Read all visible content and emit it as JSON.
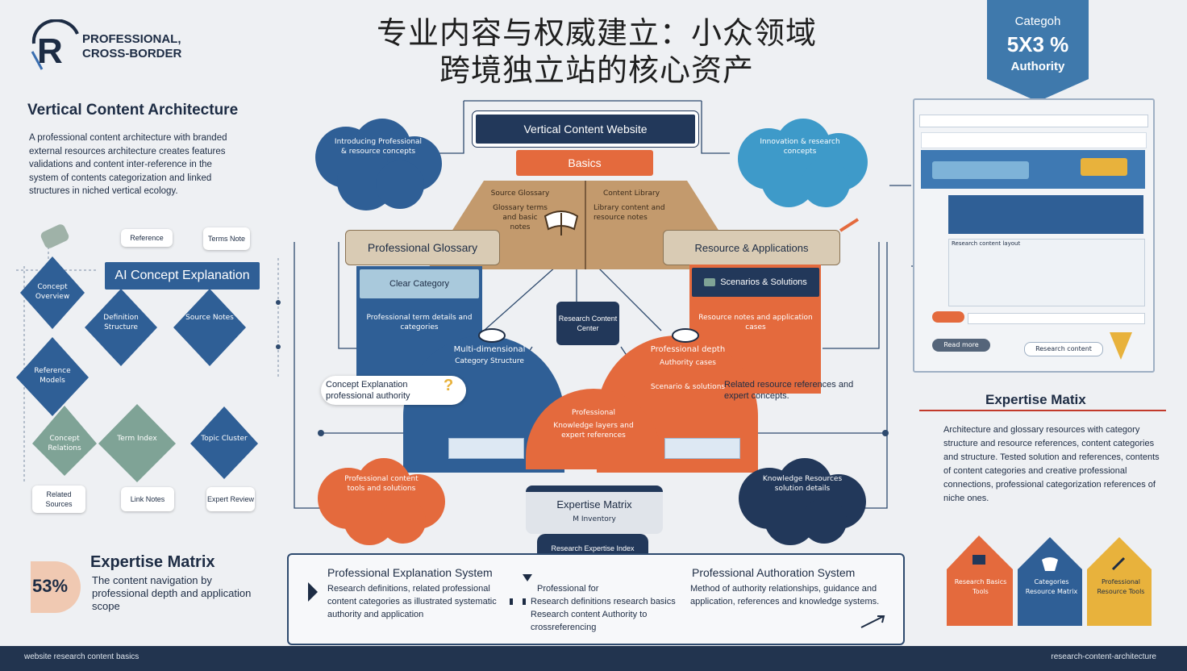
{
  "header": {
    "title_line1": "专业内容与权威建立：小众领域",
    "title_line2": "跨境独立站的核心资产",
    "logo_line1": "PROFESSIONAL,",
    "logo_line2": "CROSS-BORDER"
  },
  "badge": {
    "line1": "Categoh",
    "line2": "5X3 %",
    "line3": "Authority"
  },
  "left": {
    "heading": "Vertical Content Architecture",
    "paragraph": "A professional content architecture with branded external resources architecture creates features validations and content inter-reference in the system of contents categorization and linked structures in niched vertical ecology.",
    "ai_label": "AI Concept Explanation",
    "diamonds": [
      "Concept Overview",
      "Definition Structure",
      "Source Notes",
      "Reference Models",
      "Concept Relations",
      "Term Index",
      "Topic Cluster",
      "Expert Review"
    ],
    "notes": [
      "Reference",
      "Terms Note",
      "Related Sources",
      "Link Notes"
    ],
    "matrix_title": "Expertise Matrix",
    "matrix_percent": "53%",
    "matrix_text": "The content navigation by professional depth and application scope"
  },
  "center": {
    "website_title": "Vertical Content Website",
    "basics": "Basics",
    "trapezoid_left": "Source Glossary",
    "trapezoid_right": "Content Library",
    "trapezoid_left_lines": "Glossary terms and basic notes",
    "trapezoid_right_lines": "Library content and resource notes",
    "glossary": "Professional Glossary",
    "resource": "Resource & Applications",
    "clear_category": "Clear Category",
    "scenario": "Scenarios & Solutions",
    "blue_box_text": "Professional term details and categories",
    "orange_box_text": "Resource notes and application cases",
    "hub": "Research Content Center",
    "left_arc": "Multi-dimensional",
    "left_arc_sub": "Category Structure",
    "right_arc": "Professional depth",
    "right_arc_sub": "Authority cases",
    "right_arc_sub2": "Scenario & solutions",
    "bottom_arc": "Professional",
    "bottom_arc_sub": "Knowledge layers and expert references",
    "left_note": "Concept Explanation professional authority",
    "right_note": "Related resource references and expert concepts.",
    "bubble_tl": "Introducing Professional & resource concepts",
    "bubble_tr": "Innovation & research concepts",
    "bubble_bl": "Professional content tools and solutions",
    "bubble_br": "Knowledge Resources solution details",
    "matrix_label": "Expertise Matrix",
    "matrix_sub": "M Inventory",
    "matrix_badge": "Research Expertise Index"
  },
  "bottom_panel": {
    "left_title": "Professional Explanation System",
    "left_text": "Research definitions, related professional content categories as illustrated systematic authority and application",
    "mid_title": "Professional for",
    "mid_text": "Research definitions research basics Research content Authority to crossreferencing",
    "right_title": "Professional Authoration System",
    "right_text": "Method of authority relationships, guidance and application, references and knowledge systems."
  },
  "right": {
    "screenshot_caption": "Research content layout",
    "screenshot_button": "Read more",
    "screenshot_button2": "Research content",
    "matrix_title": "Expertise Matix",
    "matrix_text": "Architecture and glossary resources with category structure and resource references, content categories and structure. Tested solution and references, contents of content categories and creative professional connections, professional categorization references of niche ones.",
    "houses": [
      {
        "label": "Research Basics Tools",
        "color": "#e46a3d"
      },
      {
        "label": "Categories Resource Matrix",
        "color": "#2f6aa6"
      },
      {
        "label": "Professional Resource Tools",
        "color": "#e8b23c"
      }
    ]
  },
  "footer": {
    "left": "website research content basics",
    "right": "research-content-architecture"
  }
}
